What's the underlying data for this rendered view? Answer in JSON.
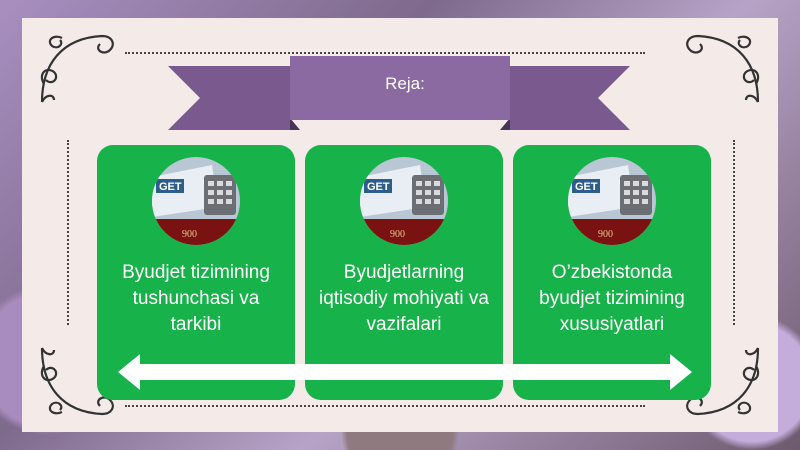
{
  "slide": {
    "title": "Reja:",
    "cards": [
      {
        "label": "Byudjet tizimining tushunchasi va tarkibi",
        "image": "budget-calculator-image",
        "image_caption": "900"
      },
      {
        "label": "Byudjetlarning iqtisodiy mohiyati va vazifalari",
        "image": "budget-calculator-image",
        "image_caption": "900"
      },
      {
        "label": "O’zbekistonda byudjet tizimining xususiyatlari",
        "image": "budget-calculator-image",
        "image_caption": "900"
      }
    ],
    "image_text": "GET",
    "colors": {
      "card": "#17b24a",
      "ribbon": "#7a5a8e",
      "frame": "#f4ebe9",
      "arrow": "#ffffff"
    }
  }
}
